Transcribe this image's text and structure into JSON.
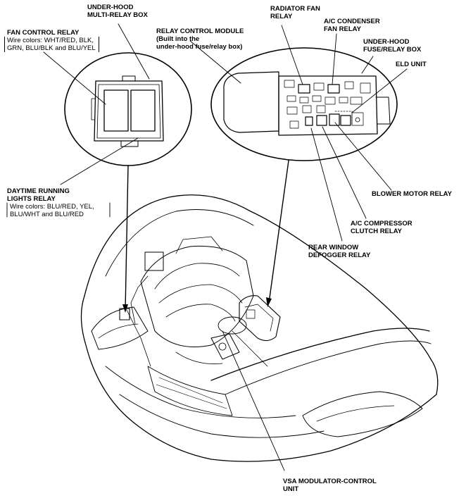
{
  "labels": {
    "under_hood_multi_relay_box": [
      "UNDER-HOOD",
      "MULTI-RELAY BOX"
    ],
    "fan_control_relay": "FAN CONTROL RELAY",
    "fan_control_relay_wires": [
      "Wire colors: WHT/RED, BLK,",
      "GRN, BLU/BLK and BLU/YEL"
    ],
    "relay_control_module": [
      "RELAY CONTROL MODULE",
      "(Built into the",
      "under-hood fuse/relay box)"
    ],
    "radiator_fan_relay": [
      "RADIATOR FAN",
      "RELAY"
    ],
    "ac_condenser_fan_relay": [
      "A/C CONDENSER",
      "FAN RELAY"
    ],
    "under_hood_fuse_relay_box": [
      "UNDER-HOOD",
      "FUSE/RELAY BOX"
    ],
    "eld_unit": "ELD UNIT",
    "daytime_running_lights_relay": [
      "DAYTIME RUNNING",
      "LIGHTS RELAY"
    ],
    "drl_relay_wires": [
      "Wire colors: BLU/RED, YEL,",
      "BLU/WHT and BLU/RED"
    ],
    "blower_motor_relay": "BLOWER MOTOR RELAY",
    "ac_compressor_clutch_relay": [
      "A/C COMPRESSOR",
      "CLUTCH RELAY"
    ],
    "rear_window_defogger_relay": [
      "REAR WINDOW",
      "DEFOGGER RELAY"
    ],
    "vsa_modulator_control_unit": [
      "VSA MODULATOR-CONTROL",
      "UNIT"
    ]
  }
}
